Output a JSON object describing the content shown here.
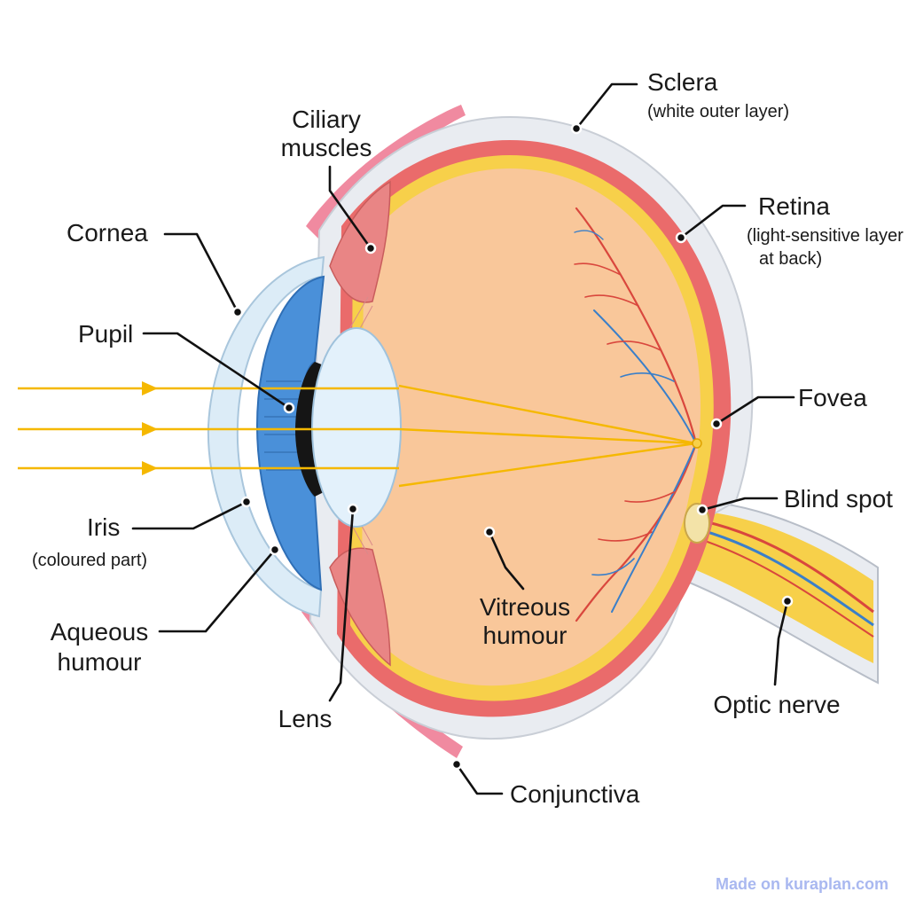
{
  "labels": {
    "sclera": {
      "title": "Sclera",
      "sub": "(white outer layer)"
    },
    "ciliary": {
      "line1": "Ciliary",
      "line2": "muscles"
    },
    "retina": {
      "title": "Retina",
      "sub1": "(light-sensitive layer",
      "sub2": "at back)"
    },
    "cornea": {
      "title": "Cornea"
    },
    "pupil": {
      "title": "Pupil"
    },
    "fovea": {
      "title": "Fovea"
    },
    "blind_spot": {
      "title": "Blind spot"
    },
    "iris": {
      "title": "Iris",
      "sub": "(coloured part)"
    },
    "aqueous": {
      "line1": "Aqueous",
      "line2": "humour"
    },
    "vitreous": {
      "line1": "Vitreous",
      "line2": "humour"
    },
    "optic_nerve": {
      "title": "Optic nerve"
    },
    "lens": {
      "title": "Lens"
    },
    "conjunctiva": {
      "title": "Conjunctiva"
    }
  },
  "watermark": "Made on kuraplan.com",
  "colors": {
    "sclera": "#e9ecf1",
    "choroid": "#ea6b6b",
    "retina": "#f7d04a",
    "vitreous": "#f9c79a",
    "iris": "#4a90d9",
    "cornea": "#dcecf7",
    "lens": "#e3f1fb",
    "ciliary": "#e98585",
    "conjunctiva": "#f08aa0",
    "light_ray": "#f5b800",
    "blood_vessel_red": "#d9473d",
    "blood_vessel_blue": "#3a7fc9"
  }
}
